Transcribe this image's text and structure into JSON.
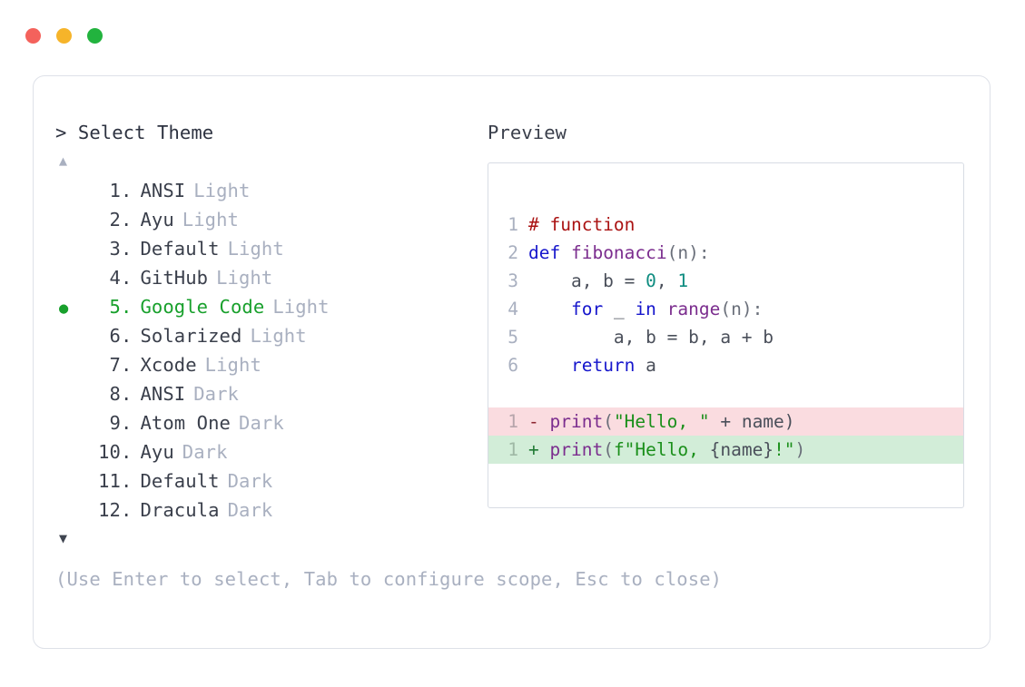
{
  "window": {
    "dots": [
      {
        "name": "close",
        "color": "#F4625C"
      },
      {
        "name": "minimize",
        "color": "#F6B42A"
      },
      {
        "name": "maximize",
        "color": "#22B33E"
      }
    ]
  },
  "prompt": {
    "caret": ">",
    "title": "Select Theme",
    "full": "> Select Theme"
  },
  "scroll": {
    "up_glyph": "▲",
    "down_glyph": "▼"
  },
  "preview": {
    "heading": "Preview"
  },
  "themes": {
    "selected_index": 5,
    "bullet_glyph": "●",
    "items": [
      {
        "index": "1.",
        "name": "ANSI",
        "variant": "Light",
        "selected": false
      },
      {
        "index": "2.",
        "name": "Ayu",
        "variant": "Light",
        "selected": false
      },
      {
        "index": "3.",
        "name": "Default",
        "variant": "Light",
        "selected": false
      },
      {
        "index": "4.",
        "name": "GitHub",
        "variant": "Light",
        "selected": false
      },
      {
        "index": "5.",
        "name": "Google Code",
        "variant": "Light",
        "selected": true
      },
      {
        "index": "6.",
        "name": "Solarized",
        "variant": "Light",
        "selected": false
      },
      {
        "index": "7.",
        "name": "Xcode",
        "variant": "Light",
        "selected": false
      },
      {
        "index": "8.",
        "name": "ANSI",
        "variant": "Dark",
        "selected": false
      },
      {
        "index": "9.",
        "name": "Atom One",
        "variant": "Dark",
        "selected": false
      },
      {
        "index": "10.",
        "name": "Ayu",
        "variant": "Dark",
        "selected": false
      },
      {
        "index": "11.",
        "name": "Default",
        "variant": "Dark",
        "selected": false
      },
      {
        "index": "12.",
        "name": "Dracula",
        "variant": "Dark",
        "selected": false
      }
    ]
  },
  "code": {
    "lines": [
      {
        "num": "1",
        "tokens": [
          {
            "text": "# function",
            "cls": "t-comment"
          }
        ]
      },
      {
        "num": "2",
        "tokens": [
          {
            "text": "def ",
            "cls": "t-keyword"
          },
          {
            "text": "fibonacci",
            "cls": "t-func"
          },
          {
            "text": "(n):",
            "cls": "t-punct"
          }
        ]
      },
      {
        "num": "3",
        "tokens": [
          {
            "text": "    a, b = ",
            "cls": "t-plain"
          },
          {
            "text": "0",
            "cls": "t-number"
          },
          {
            "text": ", ",
            "cls": "t-plain"
          },
          {
            "text": "1",
            "cls": "t-number"
          }
        ]
      },
      {
        "num": "4",
        "tokens": [
          {
            "text": "    ",
            "cls": "t-plain"
          },
          {
            "text": "for",
            "cls": "t-keyword"
          },
          {
            "text": " _ ",
            "cls": "t-plain"
          },
          {
            "text": "in",
            "cls": "t-keyword"
          },
          {
            "text": " ",
            "cls": "t-plain"
          },
          {
            "text": "range",
            "cls": "t-func"
          },
          {
            "text": "(n):",
            "cls": "t-punct"
          }
        ]
      },
      {
        "num": "5",
        "tokens": [
          {
            "text": "        a, b = b, a + b",
            "cls": "t-plain"
          }
        ]
      },
      {
        "num": "6",
        "tokens": [
          {
            "text": "    ",
            "cls": "t-plain"
          },
          {
            "text": "return",
            "cls": "t-keyword"
          },
          {
            "text": " a",
            "cls": "t-plain"
          }
        ]
      }
    ],
    "diff": [
      {
        "num": "1",
        "kind": "del",
        "marker": "-",
        "tokens": [
          {
            "text": "print",
            "cls": "t-func"
          },
          {
            "text": "(",
            "cls": "t-punct"
          },
          {
            "text": "\"Hello, \"",
            "cls": "t-string"
          },
          {
            "text": " + name)",
            "cls": "t-plain"
          }
        ]
      },
      {
        "num": "1",
        "kind": "add",
        "marker": "+",
        "tokens": [
          {
            "text": "print",
            "cls": "t-func"
          },
          {
            "text": "(",
            "cls": "t-punct"
          },
          {
            "text": "f\"Hello, ",
            "cls": "t-string"
          },
          {
            "text": "{name}",
            "cls": "t-plain"
          },
          {
            "text": "!\"",
            "cls": "t-string"
          },
          {
            "text": ")",
            "cls": "t-punct"
          }
        ]
      }
    ]
  },
  "footer": {
    "hint": "(Use Enter to select, Tab to configure scope, Esc to close)"
  }
}
